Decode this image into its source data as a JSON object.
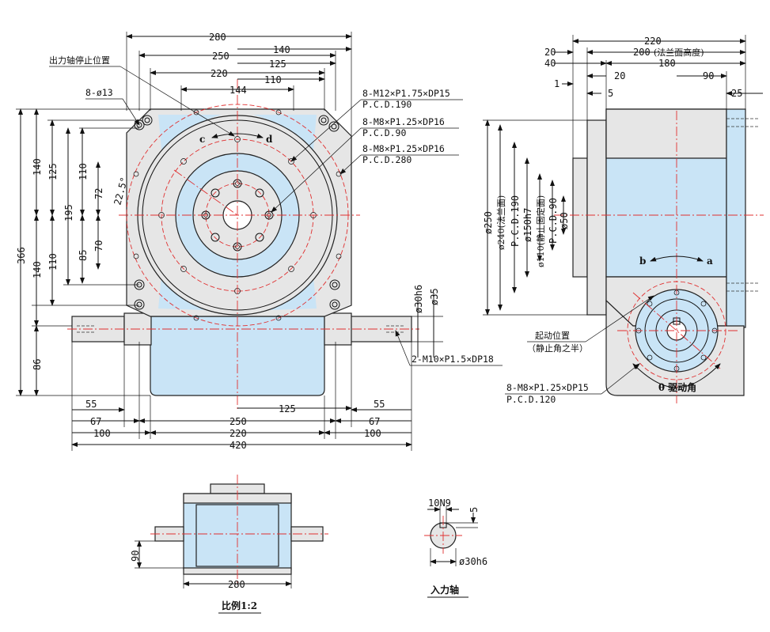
{
  "colors": {
    "fill_blue": "#c9e4f6",
    "fill_gray": "#e6e6e6",
    "centerline_red": "#e03030",
    "line": "#111111"
  },
  "front_view": {
    "top_dims": [
      "280",
      "250",
      "220",
      "140",
      "125",
      "110",
      "144"
    ],
    "left_dims": [
      "366",
      "140",
      "125",
      "110",
      "72",
      "22.5°",
      "195",
      "85",
      "70",
      "140",
      "110",
      "86"
    ],
    "right_dims": [
      "ø30h6",
      "ø35"
    ],
    "bottom_dims": [
      "55",
      "67",
      "100",
      "250",
      "220",
      "420",
      "125",
      "55",
      "67",
      "100"
    ],
    "labels": {
      "output_stop": "出力轴停止位置",
      "holes": "8-ø13",
      "tap1": "8-M12×P1.75×DP15",
      "pcd1": "P.C.D.190",
      "tap2": "8-M8×P1.25×DP16",
      "pcd2": "P.C.D.90",
      "tap3": "8-M8×P1.25×DP16",
      "pcd3": "P.C.D.280",
      "rot_c": "c",
      "rot_d": "d",
      "shaft_tap": "2-M10×P1.5×DP18"
    }
  },
  "side_view": {
    "top_dims": [
      "220",
      "20",
      "200",
      "(法兰面高度)",
      "40",
      "180",
      "1",
      "20",
      "90",
      "5",
      "25"
    ],
    "left_dims": [
      "ø250",
      "ø240(法兰面)",
      "P.C.D.190",
      "ø150h7",
      "ø110(静止固定面)",
      "P.C.D.90",
      "ø50"
    ],
    "labels": {
      "start_pos": "起动位置",
      "start_pos2": "（静止角之半）",
      "rot_b": "b",
      "rot_a": "a",
      "drive_angle": "θ 驱动角",
      "tap": "8-M8×P1.25×DP15",
      "pcd": "P.C.D.120"
    }
  },
  "bottom_view": {
    "dims": [
      "90",
      "280"
    ],
    "scale_label": "比例1:2"
  },
  "input_shaft": {
    "dims": [
      "10N9",
      "5",
      "ø30h6"
    ],
    "label": "入力轴"
  }
}
